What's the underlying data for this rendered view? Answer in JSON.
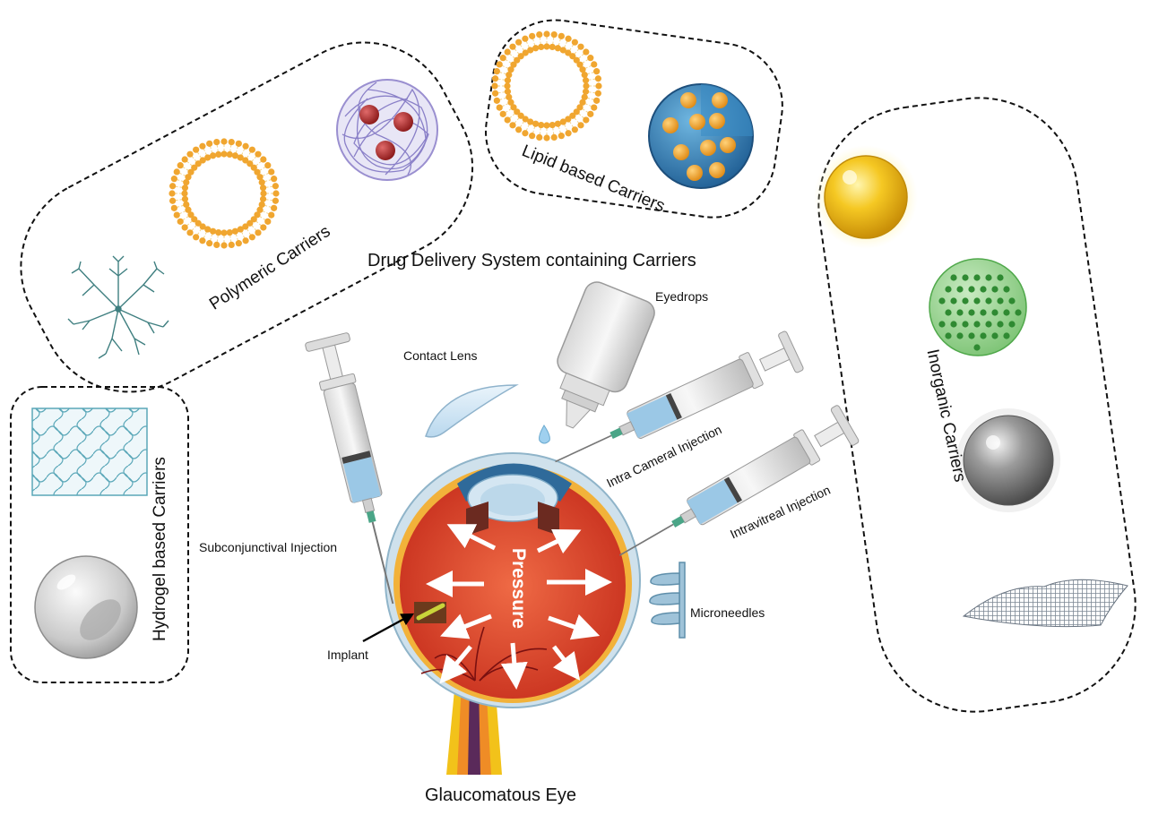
{
  "title": "Drug Delivery System containing Carriers",
  "eye_label": "Glaucomatous Eye",
  "pressure_label": "Pressure",
  "carrier_groups": {
    "polymeric": "Polymeric Carriers",
    "lipid": "Lipid based Carriers",
    "inorganic": "Inorganic Carriers",
    "hydrogel": "Hydrogel based Carriers"
  },
  "delivery_methods": {
    "eyedrops": "Eyedrops",
    "contact_lens": "Contact Lens",
    "intracameral": "Intra Cameral Injection",
    "intravitreal": "Intravitreal Injection",
    "subconjunctival": "Subconjunctival Injection",
    "microneedles": "Microneedles",
    "implant": "Implant"
  },
  "colors": {
    "lipid_orange": "#f0a630",
    "eye_red": "#d9432a",
    "gold": "#f2c21a",
    "silica_green": "#4fa84a",
    "metal_gray": "#8a8a8a",
    "polymer_violet": "#9a8fd0",
    "lipid_blue": "#2a6fa8",
    "dendrimer_teal": "#3f7f80"
  }
}
